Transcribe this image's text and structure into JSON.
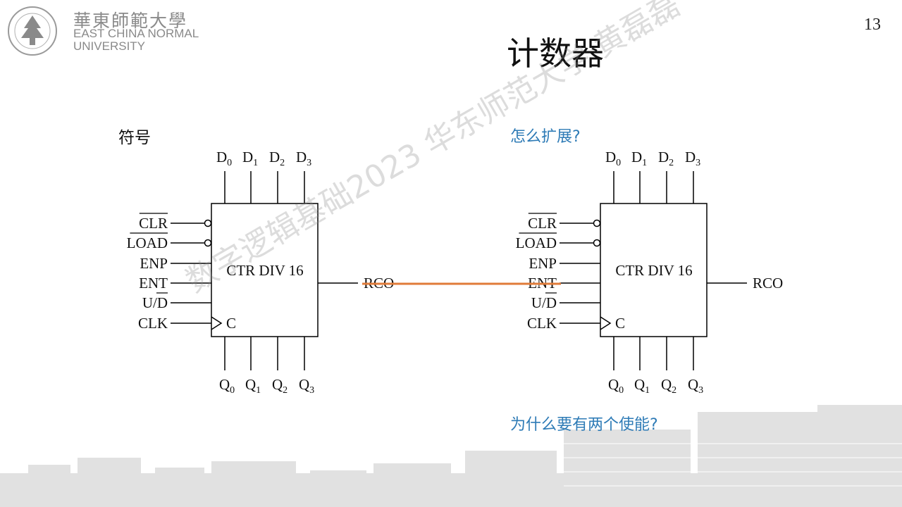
{
  "header": {
    "logo_cn": "華東師範大學",
    "logo_en_line1": "EAST CHINA NORMAL",
    "logo_en_line2": "UNIVERSITY",
    "page_number": "13"
  },
  "slide": {
    "title": "计数器",
    "symbol_label": "符号",
    "question_expand": "怎么扩展?",
    "question_enables": "为什么要有两个使能?",
    "watermark": "数字逻辑基础2023 华东师范大学 黄磊磊"
  },
  "counter_block": {
    "name": "CTR DIV 16",
    "data_inputs": [
      "D",
      "D",
      "D",
      "D"
    ],
    "data_input_subscripts": [
      "0",
      "1",
      "2",
      "3"
    ],
    "outputs": [
      "Q",
      "Q",
      "Q",
      "Q"
    ],
    "output_subscripts": [
      "0",
      "1",
      "2",
      "3"
    ],
    "left_pins": [
      "CLR",
      "LOAD",
      "ENP",
      "ENT",
      "U/D",
      "CLK"
    ],
    "clock_label": "C",
    "carry_out": "RCO"
  },
  "colors": {
    "cascade_wire": "#e07b39",
    "question_text": "#2e7bb6"
  }
}
